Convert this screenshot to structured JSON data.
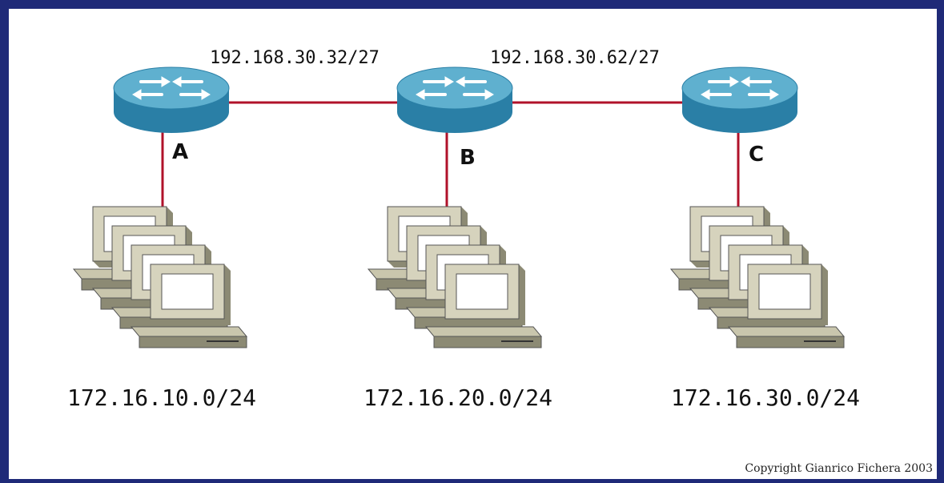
{
  "links": [
    {
      "label": "192.168.30.32/27"
    },
    {
      "label": "192.168.30.62/27"
    }
  ],
  "routers": [
    {
      "label": "A"
    },
    {
      "label": "B"
    },
    {
      "label": "C"
    }
  ],
  "networks": [
    {
      "label": "172.16.10.0/24"
    },
    {
      "label": "172.16.20.0/24"
    },
    {
      "label": "172.16.30.0/24"
    }
  ],
  "copyright": "Copyright Gianrico Fichera 2003",
  "colors": {
    "border": "#1f2a78",
    "link": "#b0122a",
    "router_top": "#5fb0cf",
    "router_side": "#2a7fa6",
    "pc_body": "#d6d3bd",
    "pc_dark": "#8c8a74"
  }
}
